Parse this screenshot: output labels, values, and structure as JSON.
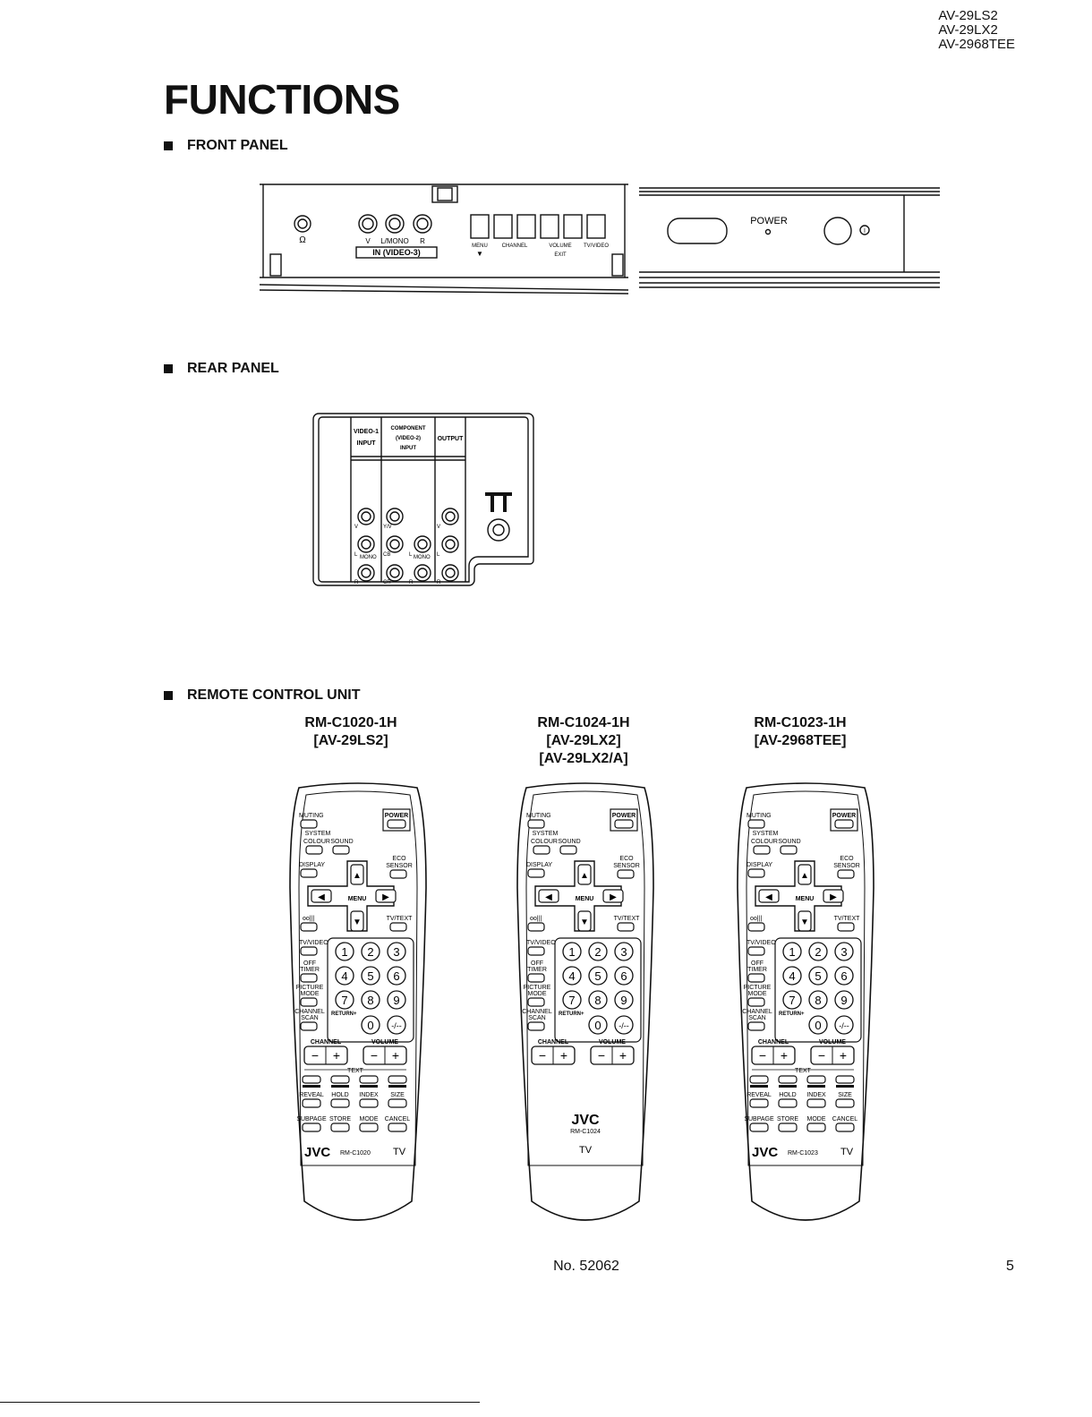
{
  "header": {
    "models": [
      "AV-29LS2",
      "AV-29LX2",
      "AV-2968TEE"
    ]
  },
  "title": "FUNCTIONS",
  "sections": {
    "front": "FRONT PANEL",
    "rear": "REAR PANEL",
    "remote": "REMOTE CONTROL UNIT"
  },
  "front_panel": {
    "jack_labels": [
      "V",
      "L/MONO",
      "R"
    ],
    "input_box": "IN (VIDEO-3)",
    "button_labels": [
      "MENU",
      "CHANNEL",
      "VOLUME",
      "TV/VIDEO"
    ],
    "exit": "EXIT",
    "power": "POWER"
  },
  "rear_panel": {
    "headers": [
      "VIDEO-1",
      "INPUT",
      "COMPONENT",
      "(VIDEO-2)",
      "INPUT",
      "OUTPUT"
    ],
    "jack_labels": {
      "v": "V",
      "l": "L",
      "mono": "MONO",
      "r": "R",
      "yv": "Y/V",
      "cb": "CB",
      "cr": "CR"
    }
  },
  "remotes": [
    {
      "model": "RM-C1020-1H",
      "variants": [
        "[AV-29LS2]"
      ],
      "code": "RM-C1020",
      "text_section": true
    },
    {
      "model": "RM-C1024-1H",
      "variants": [
        "[AV-29LX2]",
        "[AV-29LX2/A]"
      ],
      "code": "RM-C1024",
      "text_section": false
    },
    {
      "model": "RM-C1023-1H",
      "variants": [
        "[AV-2968TEE]"
      ],
      "code": "RM-C1023",
      "text_section": true
    }
  ],
  "remote_labels": {
    "muting": "MUTING",
    "power": "POWER",
    "system": "SYSTEM",
    "colour": "COLOUR",
    "sound": "SOUND",
    "display": "DISPLAY",
    "eco": "ECO",
    "sensor": "SENSOR",
    "menu": "MENU",
    "tvtext": "TV/TEXT",
    "tvvideo": "TV/VIDEO",
    "off": "OFF",
    "timer": "TIMER",
    "picture": "PICTURE",
    "mode": "MODE",
    "channel_scan": "CHANNEL",
    "scan": "SCAN",
    "return": "RETURN+",
    "channel": "CHANNEL",
    "volume": "VOLUME",
    "text": "TEXT",
    "reveal": "REVEAL",
    "hold": "HOLD",
    "index": "INDEX",
    "size": "SIZE",
    "subpage": "SUBPAGE",
    "store": "STORE",
    "mode2": "MODE",
    "cancel": "CANCEL",
    "brand": "JVC",
    "tv": "TV",
    "dash": "-/--",
    "digits": [
      "1",
      "2",
      "3",
      "4",
      "5",
      "6",
      "7",
      "8",
      "9",
      "0"
    ]
  },
  "footer": {
    "doc_no": "No. 52062",
    "page": "5"
  }
}
